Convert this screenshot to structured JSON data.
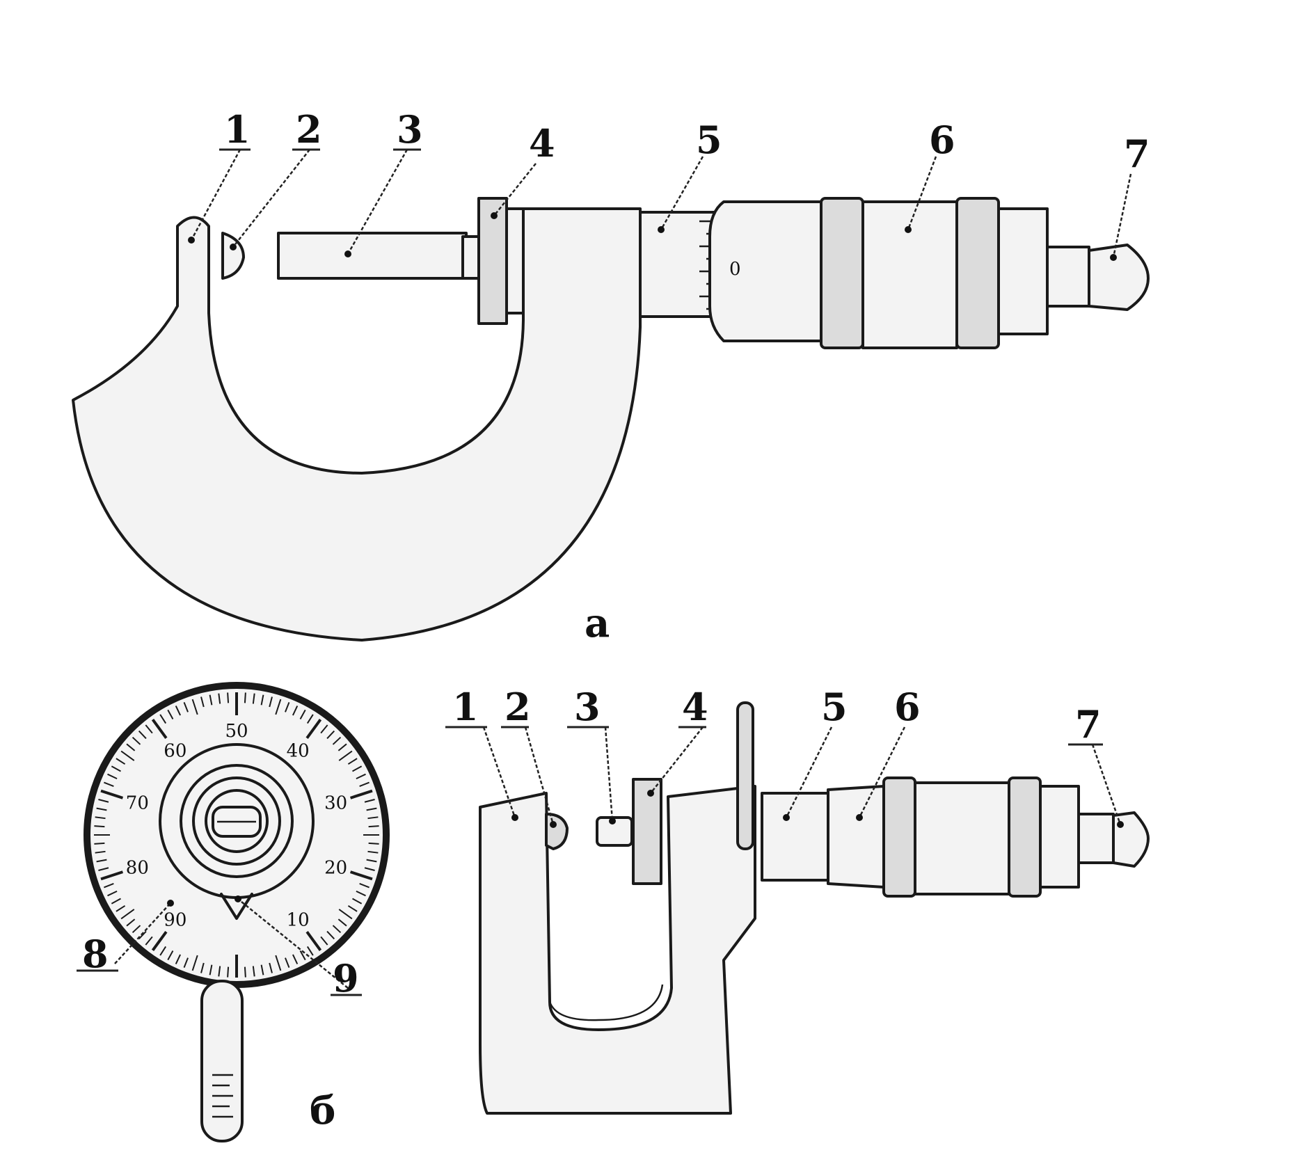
{
  "panel_a": {
    "caption": "а",
    "callouts": [
      "1",
      "2",
      "3",
      "4",
      "5",
      "6",
      "7"
    ],
    "sleeve_mark": "0"
  },
  "panel_b": {
    "caption": "б",
    "callouts": [
      "1",
      "2",
      "3",
      "4",
      "5",
      "6",
      "7",
      "8",
      "9"
    ],
    "dial_numbers": [
      "50",
      "40",
      "30",
      "20",
      "10",
      "90",
      "80",
      "70",
      "60"
    ]
  }
}
